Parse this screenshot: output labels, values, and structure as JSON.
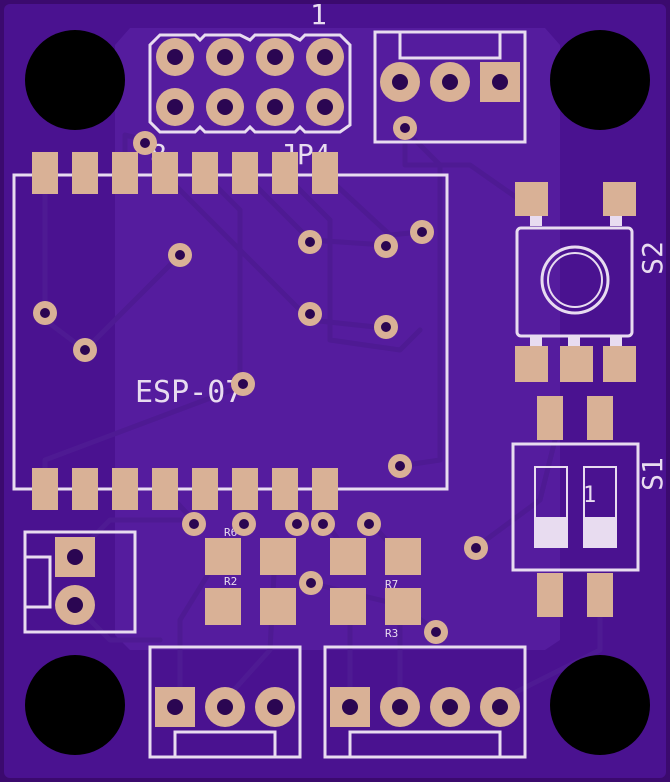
{
  "colors": {
    "board": "#4a1290",
    "board_edge": "#3b0a6e",
    "copper_fill": "#551c9e",
    "pad": "#d9b196",
    "silkscreen": "#e8dcf0",
    "mounting_hole": "#000000"
  },
  "labels": {
    "jp4_pin1": "1",
    "jp4_pin8": "8",
    "jp4_name": "JP4",
    "module": "ESP-07",
    "s2": "S2",
    "s1": "S1",
    "s1_switch": "1",
    "r6": "R6",
    "r2": "R2",
    "r7": "R7",
    "r3": "R3"
  }
}
